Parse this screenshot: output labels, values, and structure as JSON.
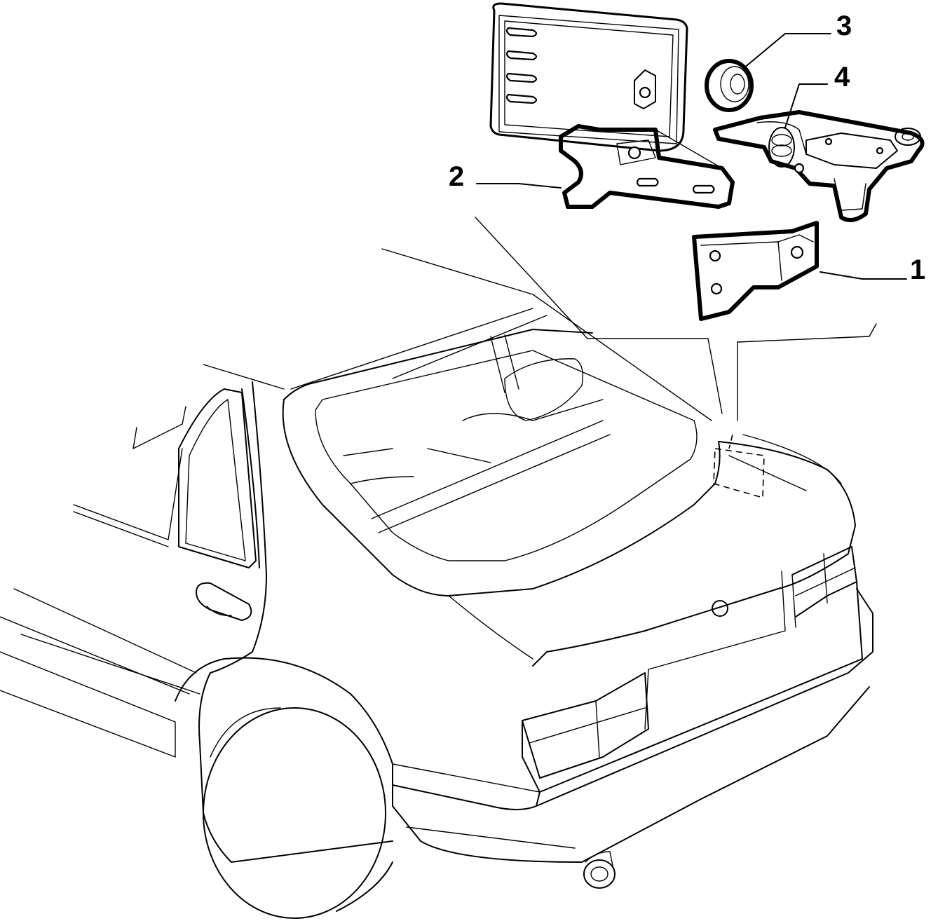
{
  "callouts": [
    {
      "id": "part-1",
      "label": "1"
    },
    {
      "id": "part-2",
      "label": "2"
    },
    {
      "id": "part-3",
      "label": "3"
    },
    {
      "id": "part-4",
      "label": "4"
    }
  ],
  "colors": {
    "ink": "#000000",
    "paper": "#ffffff"
  }
}
